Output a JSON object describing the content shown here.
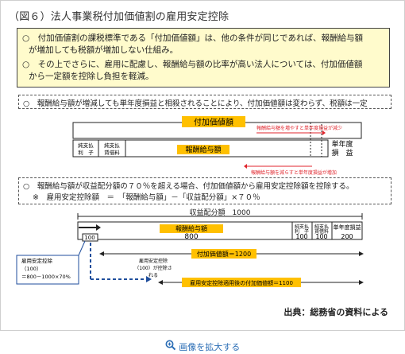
{
  "title": "（図６）法人事業税付加価値割の雇用安定控除",
  "notes": [
    "○　付加価値割の課税標準である「付加価値額」は、他の条件が同じであれば、報酬給与額",
    "が増加しても税額が増加しない仕組み。",
    "○　その上でさらに、雇用に配慮し、報酬給与額の比率が高い法人については、付加価値額",
    "から一定額を控除し負担を軽減。"
  ],
  "section1": {
    "bullet": "○　報酬給与額が増減しても単年度損益と相殺されることにより、付加価値額は変わらず、税額は一定",
    "value_added": "付加価値額",
    "interest": "純支払\n利　子",
    "rent": "純支払\n賃借料",
    "compensation": "報酬給与額",
    "profit": "単年度\n損　益",
    "red_increase": "報酬給与額を増やすと単年度損益が減少",
    "red_decrease": "報酬給与額を減らすと単年度損益が増加"
  },
  "section2": {
    "bullet1": "○　報酬給与額が収益配分額の７０％を超える場合、付加価値額から雇用安定控除額を控除する。",
    "bullet2": "※　雇用安定控除額　＝　「報酬給与額」－「収益配分額」×７０％",
    "allocation_label": "収益配分額　1000",
    "compensation_label": "報酬給与額",
    "compensation_value": "800",
    "interest_label": "純支払\n利　子",
    "interest_value": "100",
    "rent_label": "純支払\n賃借料",
    "rent_value": "100",
    "profit_label": "単年度損益",
    "profit_value": "200",
    "marker_value": "100",
    "callout": "雇用安定控除\n（100）\n＝800－1000×70%",
    "value_added_1200": "付加価値額＝1200",
    "deduct_note": "雇用安定控除\n（100）が控除さ\nれる",
    "value_added_1100": "雇用安定控除適用後の付加価値額＝1100"
  },
  "source": "出典：総務省の資料による",
  "zoom_link": "画像を拡大する",
  "colors": {
    "accent_yellow": "#ffc000",
    "note_bg": "#fffbcc",
    "red": "#e0262d",
    "blue": "#1f4e9c",
    "link": "#2a6db5"
  }
}
